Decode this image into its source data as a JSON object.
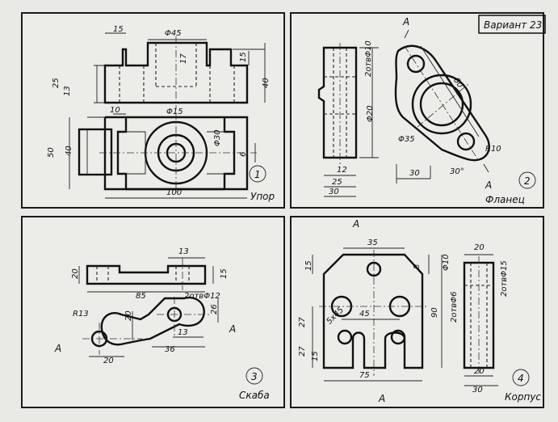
{
  "variant_label": "Вариант 23",
  "panels": [
    {
      "number": "1",
      "title": "Упор",
      "dims": {
        "top_width": "15",
        "phi_top": "Φ45",
        "height_small": "15",
        "height_total": "40",
        "left_height": "25",
        "left_small": "13",
        "depth": "17",
        "plan_left": "10",
        "phi_bore": "Φ15",
        "phi_boss": "Φ30",
        "plan_height": "50",
        "plan_slot": "40",
        "right_gap": "6",
        "length": "100"
      }
    },
    {
      "number": "2",
      "title": "Фланец",
      "dims": {
        "holes": "2отвΦ10",
        "phi_inner": "Φ20",
        "small": "12",
        "w25": "25",
        "w30": "30",
        "diag": "60",
        "phi_big": "Φ35",
        "radius": "R10",
        "base": "30",
        "angle": "30°",
        "section": "A"
      }
    },
    {
      "number": "3",
      "title": "Скаба",
      "dims": {
        "top": "13",
        "thick": "20",
        "right": "15",
        "length": "85",
        "holes": "2отвΦ12",
        "radius": "R13",
        "vert": "20",
        "right_h": "26",
        "small": "13",
        "bottom_left": "20",
        "bottom_right": "36",
        "section": "A"
      }
    },
    {
      "number": "4",
      "title": "Корпус",
      "dims": {
        "top": "35",
        "left_top": "15",
        "right_small": "8",
        "phi10": "Φ10",
        "holes_a": "2отвΦ6",
        "center": "45",
        "height_total": "90",
        "left_mid": "27",
        "left_low": "27",
        "left_bot": "15",
        "chamfer": "5x45",
        "bottom": "75",
        "side_top": "20",
        "side_holes": "2отвΦ15",
        "side_bottom": "20",
        "side_base": "30",
        "section": "A"
      }
    }
  ]
}
